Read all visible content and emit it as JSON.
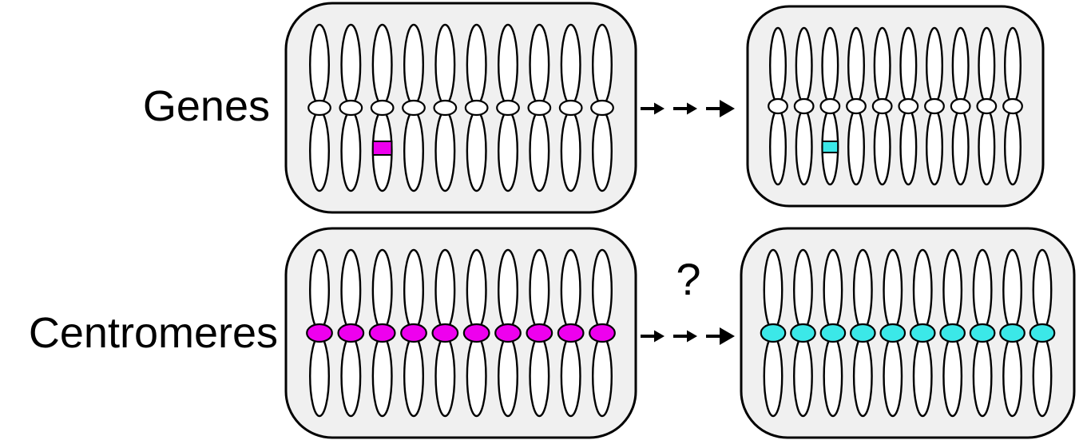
{
  "colors": {
    "magenta": "#EE00EE",
    "cyan": "#3BE8E8",
    "box_fill": "#F0F0F0",
    "stroke": "#000000",
    "chromatid_fill": "#FFFFFF"
  },
  "rows": [
    {
      "id": "genes",
      "label": "Genes",
      "arrow_label": "",
      "cells": [
        {
          "side": "left",
          "chromosomes": 10,
          "centromere_color": "#FFFFFF",
          "band": {
            "chromosome": 3,
            "color": "#EE00EE"
          }
        },
        {
          "side": "right",
          "chromosomes": 10,
          "centromere_color": "#FFFFFF",
          "band": {
            "chromosome": 3,
            "color": "#3BE8E8"
          }
        }
      ]
    },
    {
      "id": "centromeres",
      "label": "Centromeres",
      "arrow_label": "?",
      "cells": [
        {
          "side": "left",
          "chromosomes": 10,
          "centromere_color": "#EE00EE",
          "band": null
        },
        {
          "side": "right",
          "chromosomes": 10,
          "centromere_color": "#3BE8E8",
          "band": null
        }
      ]
    }
  ]
}
